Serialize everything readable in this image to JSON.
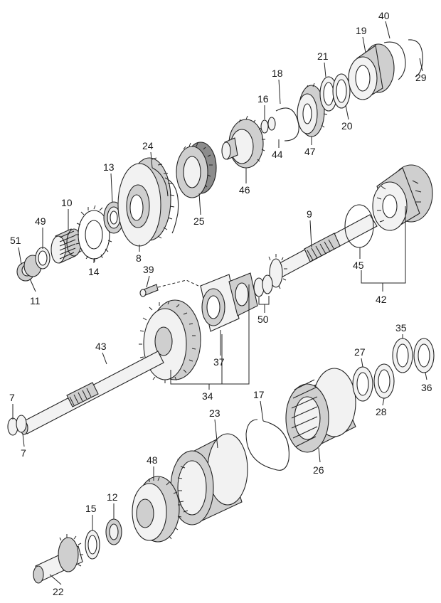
{
  "callouts": [
    {
      "id": "c51",
      "text": "51"
    },
    {
      "id": "c11",
      "text": "11"
    },
    {
      "id": "c49",
      "text": "49"
    },
    {
      "id": "c10",
      "text": "10"
    },
    {
      "id": "c14",
      "text": "14"
    },
    {
      "id": "c13",
      "text": "13"
    },
    {
      "id": "c8",
      "text": "8"
    },
    {
      "id": "c24",
      "text": "24"
    },
    {
      "id": "c25",
      "text": "25"
    },
    {
      "id": "c46",
      "text": "46"
    },
    {
      "id": "c16",
      "text": "16"
    },
    {
      "id": "c44",
      "text": "44"
    },
    {
      "id": "c18",
      "text": "18"
    },
    {
      "id": "c47",
      "text": "47"
    },
    {
      "id": "c21",
      "text": "21"
    },
    {
      "id": "c20",
      "text": "20"
    },
    {
      "id": "c19",
      "text": "19"
    },
    {
      "id": "c40",
      "text": "40"
    },
    {
      "id": "c29",
      "text": "29"
    },
    {
      "id": "c9",
      "text": "9"
    },
    {
      "id": "c45",
      "text": "45"
    },
    {
      "id": "c42",
      "text": "42"
    },
    {
      "id": "c39",
      "text": "39"
    },
    {
      "id": "c50",
      "text": "50"
    },
    {
      "id": "c43",
      "text": "43"
    },
    {
      "id": "c37",
      "text": "37"
    },
    {
      "id": "c34",
      "text": "34"
    },
    {
      "id": "c7a",
      "text": "7"
    },
    {
      "id": "c7b",
      "text": "7"
    },
    {
      "id": "c17",
      "text": "17"
    },
    {
      "id": "c23",
      "text": "23"
    },
    {
      "id": "c26",
      "text": "26"
    },
    {
      "id": "c27",
      "text": "27"
    },
    {
      "id": "c28",
      "text": "28"
    },
    {
      "id": "c35",
      "text": "35"
    },
    {
      "id": "c36",
      "text": "36"
    },
    {
      "id": "c48",
      "text": "48"
    },
    {
      "id": "c15",
      "text": "15"
    },
    {
      "id": "c12",
      "text": "12"
    },
    {
      "id": "c22",
      "text": "22"
    }
  ]
}
